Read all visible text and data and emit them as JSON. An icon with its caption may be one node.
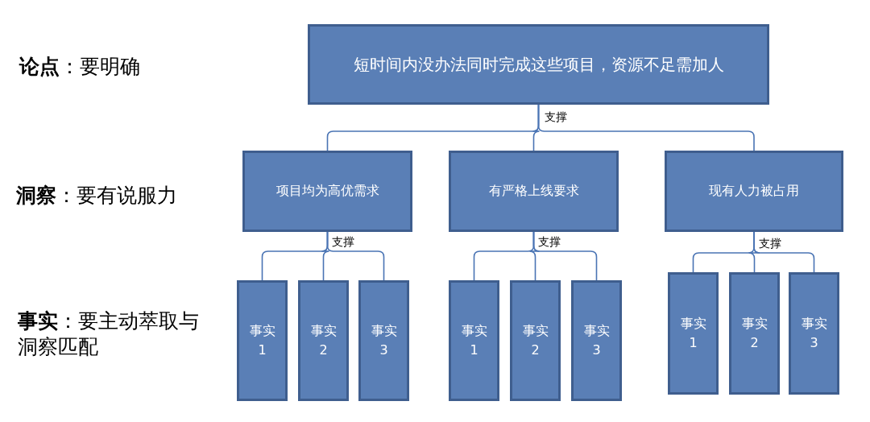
{
  "diagram": {
    "nodes": [
      {
        "text": [
          "短时间内没办法同时完成这些项目，资源不足需加人"
        ]
      },
      {
        "text": [
          "项目均为高优需求"
        ]
      },
      {
        "text": [
          "有严格上线要求"
        ]
      },
      {
        "text": [
          "现有人力被占用"
        ]
      },
      {
        "text": [
          "事实1"
        ]
      },
      {
        "text": [
          "事实2"
        ]
      },
      {
        "text": [
          "事实3"
        ]
      },
      {
        "text": [
          "事实1"
        ]
      },
      {
        "text": [
          "事实2"
        ]
      },
      {
        "text": [
          "事实3"
        ]
      },
      {
        "text": [
          "事实1"
        ]
      },
      {
        "text": [
          "事实2"
        ]
      },
      {
        "text": [
          "事实3"
        ]
      }
    ],
    "edges": [
      {
        "from": 0,
        "to": 1,
        "arrow": "none"
      },
      {
        "from": 0,
        "to": 2,
        "arrow": "none",
        "label": "支撑"
      },
      {
        "from": 0,
        "to": 3,
        "arrow": "none"
      },
      {
        "from": 1,
        "to": 4,
        "arrow": "none"
      },
      {
        "from": 1,
        "to": 5,
        "arrow": "none",
        "label": "支撑"
      },
      {
        "from": 1,
        "to": 6,
        "arrow": "none"
      },
      {
        "from": 2,
        "to": 7,
        "arrow": "none"
      },
      {
        "from": 2,
        "to": 8,
        "arrow": "none",
        "label": "支撑"
      },
      {
        "from": 2,
        "to": 9,
        "arrow": "none"
      },
      {
        "from": 3,
        "to": 10,
        "arrow": "none"
      },
      {
        "from": 3,
        "to": 11,
        "arrow": "none",
        "label": "支撑"
      },
      {
        "from": 3,
        "to": 12,
        "arrow": "none"
      }
    ],
    "labels": [
      "**论点**：要明确",
      "**洞察**：要有说服力",
      "**事实**：要主动萃取与洞察匹配"
    ]
  }
}
